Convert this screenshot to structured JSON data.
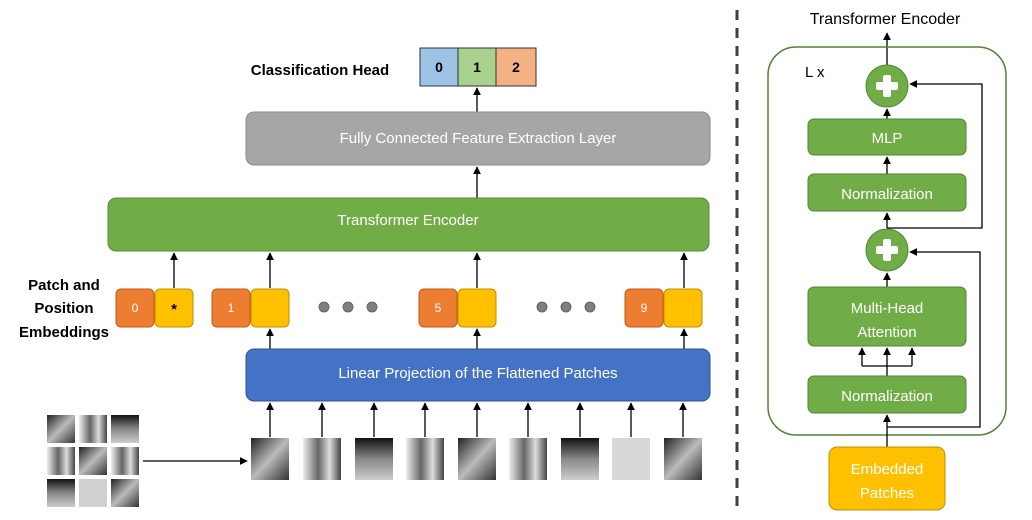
{
  "left": {
    "classification_head": {
      "label": "Classification Head",
      "classes": [
        {
          "label": "0",
          "color": "#9dc3e6"
        },
        {
          "label": "1",
          "color": "#a9d18e"
        },
        {
          "label": "2",
          "color": "#f4b183"
        }
      ]
    },
    "fc_layer": {
      "label": "Fully Connected Feature Extraction Layer",
      "color": "#a6a6a6"
    },
    "transformer_encoder": {
      "label": "Transformer Encoder",
      "color": "#70ad47"
    },
    "embeddings_label": [
      "Patch and",
      "Position",
      "Embeddings"
    ],
    "position_tokens": [
      "0",
      "1",
      "5",
      "9"
    ],
    "class_token": "*",
    "linear_projection": {
      "label": "Linear Projection of the Flattened Patches",
      "color": "#4472c4"
    },
    "patch_count": 9
  },
  "right": {
    "title": "Transformer Encoder",
    "repeat_label": "L x",
    "mlp": "MLP",
    "norm_top": "Normalization",
    "attention": [
      "Multi-Head",
      "Attention"
    ],
    "norm_bottom": "Normalization",
    "input": [
      "Embedded",
      "Patches"
    ]
  },
  "colors": {
    "position_embedding": "#ed7d31",
    "patch_embedding": "#ffc000",
    "encoder_green": "#70ad47",
    "dot_gray": "#7f7f7f"
  }
}
